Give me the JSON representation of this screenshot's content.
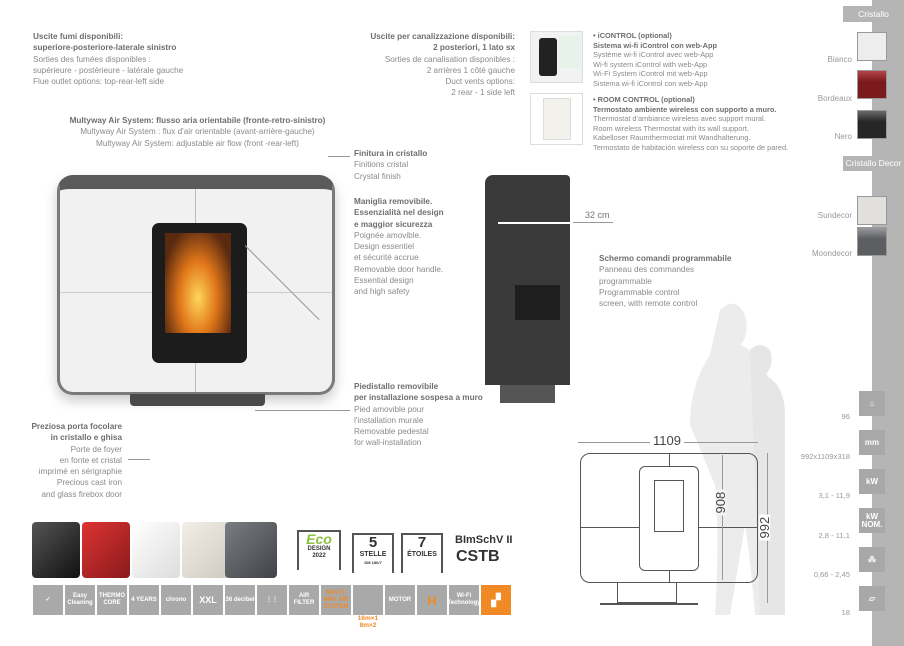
{
  "flue": {
    "it_1": "Uscite fumi disponibili:",
    "it_2": "superiore-posteriore-laterale sinistro",
    "fr_1": "Sorties des fumées disponibles :",
    "fr_2": "supérieure - postérieure - latérale gauche",
    "en": "Flue outlet options: top-rear-left side"
  },
  "multiway": {
    "it": "Multyway Air System: flusso aria orientabile (fronte-retro-sinistro)",
    "fr": "Multyway Air System : flux d'air orientable (avant-arrière-gauche)",
    "en": "Multyway Air System: adjustable air flow (front -rear-left)"
  },
  "ducts": {
    "it_1": "Uscite per canalizzazione disponibili:",
    "it_2": "2 posteriori, 1 lato sx",
    "fr_1": "Sorties de canalisation disponibles :",
    "fr_2": "2 arrières 1 côté gauche",
    "en_1": "Duct vents options:",
    "en_2": "2 rear - 1 side left"
  },
  "icontrol": {
    "title": "• iCONTROL (optional)",
    "it": "Sistema wi-fi iControl con web-App",
    "fr": "Système wi-fi iControl avec web-App",
    "en": "Wi-fi system iControl with web-App",
    "de": "Wi-Fi System iControl mit web-App",
    "es": "Sistema wi-fi iControl con web-App"
  },
  "roomcontrol": {
    "title": "• ROOM CONTROL (optional)",
    "it": "Termostato ambiente wireless con supporto a muro.",
    "fr": "Thermostat d'ambiance wireless avec support mural.",
    "en": "Room wireless Thermostat with its wall support.",
    "de": "Kabelloser Raumthermostat mit Wandhalterung.",
    "es": "Termostato de habitación wireless con su soporte de pared."
  },
  "finish": {
    "it": "Finitura in cristallo",
    "fr": "Finitions cristal",
    "en": "Crystal finish"
  },
  "handle": {
    "it_1": "Maniglia removibile.",
    "it_2": "Essenzialità nel design",
    "it_3": "e maggior sicurezza",
    "fr_1": "Poignée amovible.",
    "fr_2": "Design essentiel",
    "fr_3": "et sécurité accrue",
    "en_1": "Removable door handle.",
    "en_2": "Essential design",
    "en_3": "and high safety"
  },
  "depth_label": "32 cm",
  "screen": {
    "it": "Schermo comandi programmabile",
    "fr_1": "Panneau des commandes",
    "fr_2": "programmable",
    "en_1": "Programmable control",
    "en_2": "screen, with remote control"
  },
  "pedestal": {
    "it_1": "Piedistallo removibile",
    "it_2": "per installazione sospesa a muro",
    "fr_1": "Pied amovible pour",
    "fr_2": "l'installation murale",
    "en_1": "Removable pedestal",
    "en_2": "for wall-installation"
  },
  "door": {
    "it_1": "Preziosa porta focolare",
    "it_2": "in cristallo e ghisa",
    "fr_1": "Porte de foyer",
    "fr_2": "en fonte et cristal",
    "fr_3": "imprimé en sérigraphie",
    "en_1": "Precious cast iron",
    "en_2": "and glass firebox door"
  },
  "dimensions": {
    "width": "1109",
    "inner_height": "908",
    "height": "992"
  },
  "sidebar": {
    "group1": "Cristallo",
    "colors1": [
      {
        "name": "Bianco",
        "color": "#ececec"
      },
      {
        "name": "Bordeaux",
        "color": "#7a1a1c"
      },
      {
        "name": "Nero",
        "color": "#262626"
      }
    ],
    "group2": "Cristallo Decor",
    "colors2": [
      {
        "name": "Sundecor",
        "color": "#e2e0dc"
      },
      {
        "name": "Moondecor",
        "color": "#5c5e62"
      }
    ],
    "specs": [
      {
        "icon": "house-icon",
        "label": "",
        "value": "96"
      },
      {
        "icon": "dimensions-icon",
        "label": "mm",
        "value": "992x1109x318"
      },
      {
        "icon": "flame-kw-icon",
        "label": "kW",
        "value": "3,1 - 11,9"
      },
      {
        "icon": "kw-nominal-icon",
        "label": "kW NOM.",
        "value": "2,8 - 11,1"
      },
      {
        "icon": "pellet-icon",
        "label": "",
        "value": "0,66 - 2,45"
      },
      {
        "icon": "hopper-icon",
        "label": "",
        "value": "18"
      }
    ]
  },
  "certifications": {
    "eco_1": "Eco",
    "eco_2": "DESIGN",
    "eco_3": "2022",
    "stelle_n": "5",
    "stelle": "STELLE",
    "stelle_dm": "DM 186/7",
    "etoiles_n": "7",
    "etoiles": "ÉTOILES",
    "bimsch": "BImSchV II",
    "cstb": "CSTB"
  },
  "features": [
    {
      "icon": "safety-flame-icon",
      "label": ""
    },
    {
      "icon": "easy-cleaning-icon",
      "label": "Easy Cleaning"
    },
    {
      "icon": "thermo-core-icon",
      "label": "THERMO CORE"
    },
    {
      "icon": "warranty-icon",
      "label": "4 YEARS"
    },
    {
      "icon": "chrono-icon",
      "label": "chrono"
    },
    {
      "icon": "elephant-icon",
      "label": "XXL"
    },
    {
      "icon": "decibel-icon",
      "label": "36 decibel"
    },
    {
      "icon": "control-panel-icon",
      "label": ""
    },
    {
      "icon": "air-filter-icon",
      "label": "AIR FILTER"
    },
    {
      "icon": "multiway-icon",
      "label": "MULTI-WAY AIR SYSTEM"
    },
    {
      "icon": "ducting-icon",
      "label": ""
    },
    {
      "icon": "motor-icon",
      "label": "MOTOR"
    },
    {
      "icon": "hermetic-icon",
      "label": "H"
    },
    {
      "icon": "wifi-icon",
      "label": "Wi-Fi Technology"
    },
    {
      "icon": "italy-icon",
      "label": ""
    }
  ],
  "ducting_note_1": "16m×1",
  "ducting_note_2": "8m×2",
  "accent": "#f08a24"
}
